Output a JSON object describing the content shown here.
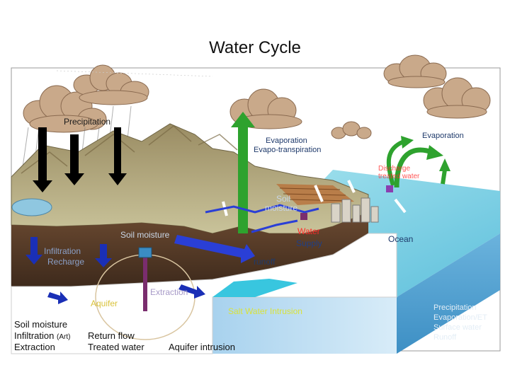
{
  "title": "Water Cycle",
  "labels": {
    "precipitation": "Precipitation",
    "evaporation_land": "Evaporation",
    "evapotranspiration": "Evapo-transpiration",
    "evaporation_ocean": "Evaporation",
    "discharge": "Discharge",
    "discharge_2": "treated water",
    "soil_moisture_center_1": "Soil",
    "soil_moisture_center_2": "moisture",
    "soil_moisture_left": "Soil moisture",
    "water_supply_1": "Water",
    "water_supply_2": "Supply",
    "ocean": "Ocean",
    "infiltration": "Infiltration",
    "recharge": "Recharge",
    "runoff": "runoff",
    "extraction": "Extraction",
    "aquifer": "Aquifer",
    "salt_water_intrusion": "Salt Water Intrusion"
  },
  "legend_left": {
    "line1": "Soil moisture",
    "line2": "Infiltration",
    "line2_suffix": "(Art)",
    "line3": "Extraction"
  },
  "legend_mid": {
    "line1": "Return flow",
    "line2": "Treated water"
  },
  "legend_aquifer": "Aquifer intrusion",
  "legend_right": {
    "line1": "Precipitation",
    "line2": "Evaporation/ET",
    "line3": "Surface water",
    "line4": "Runoff"
  },
  "colors": {
    "sky": "#ffffff",
    "ocean_surface": "#7fd3e6",
    "ocean_side": "#5aa9d0",
    "land": "#b9b08a",
    "soil": "#5b3f2a",
    "arrow_black": "#000000",
    "arrow_green": "#2ea22e",
    "arrow_blue": "#2a3fd6",
    "title": "#111111"
  }
}
